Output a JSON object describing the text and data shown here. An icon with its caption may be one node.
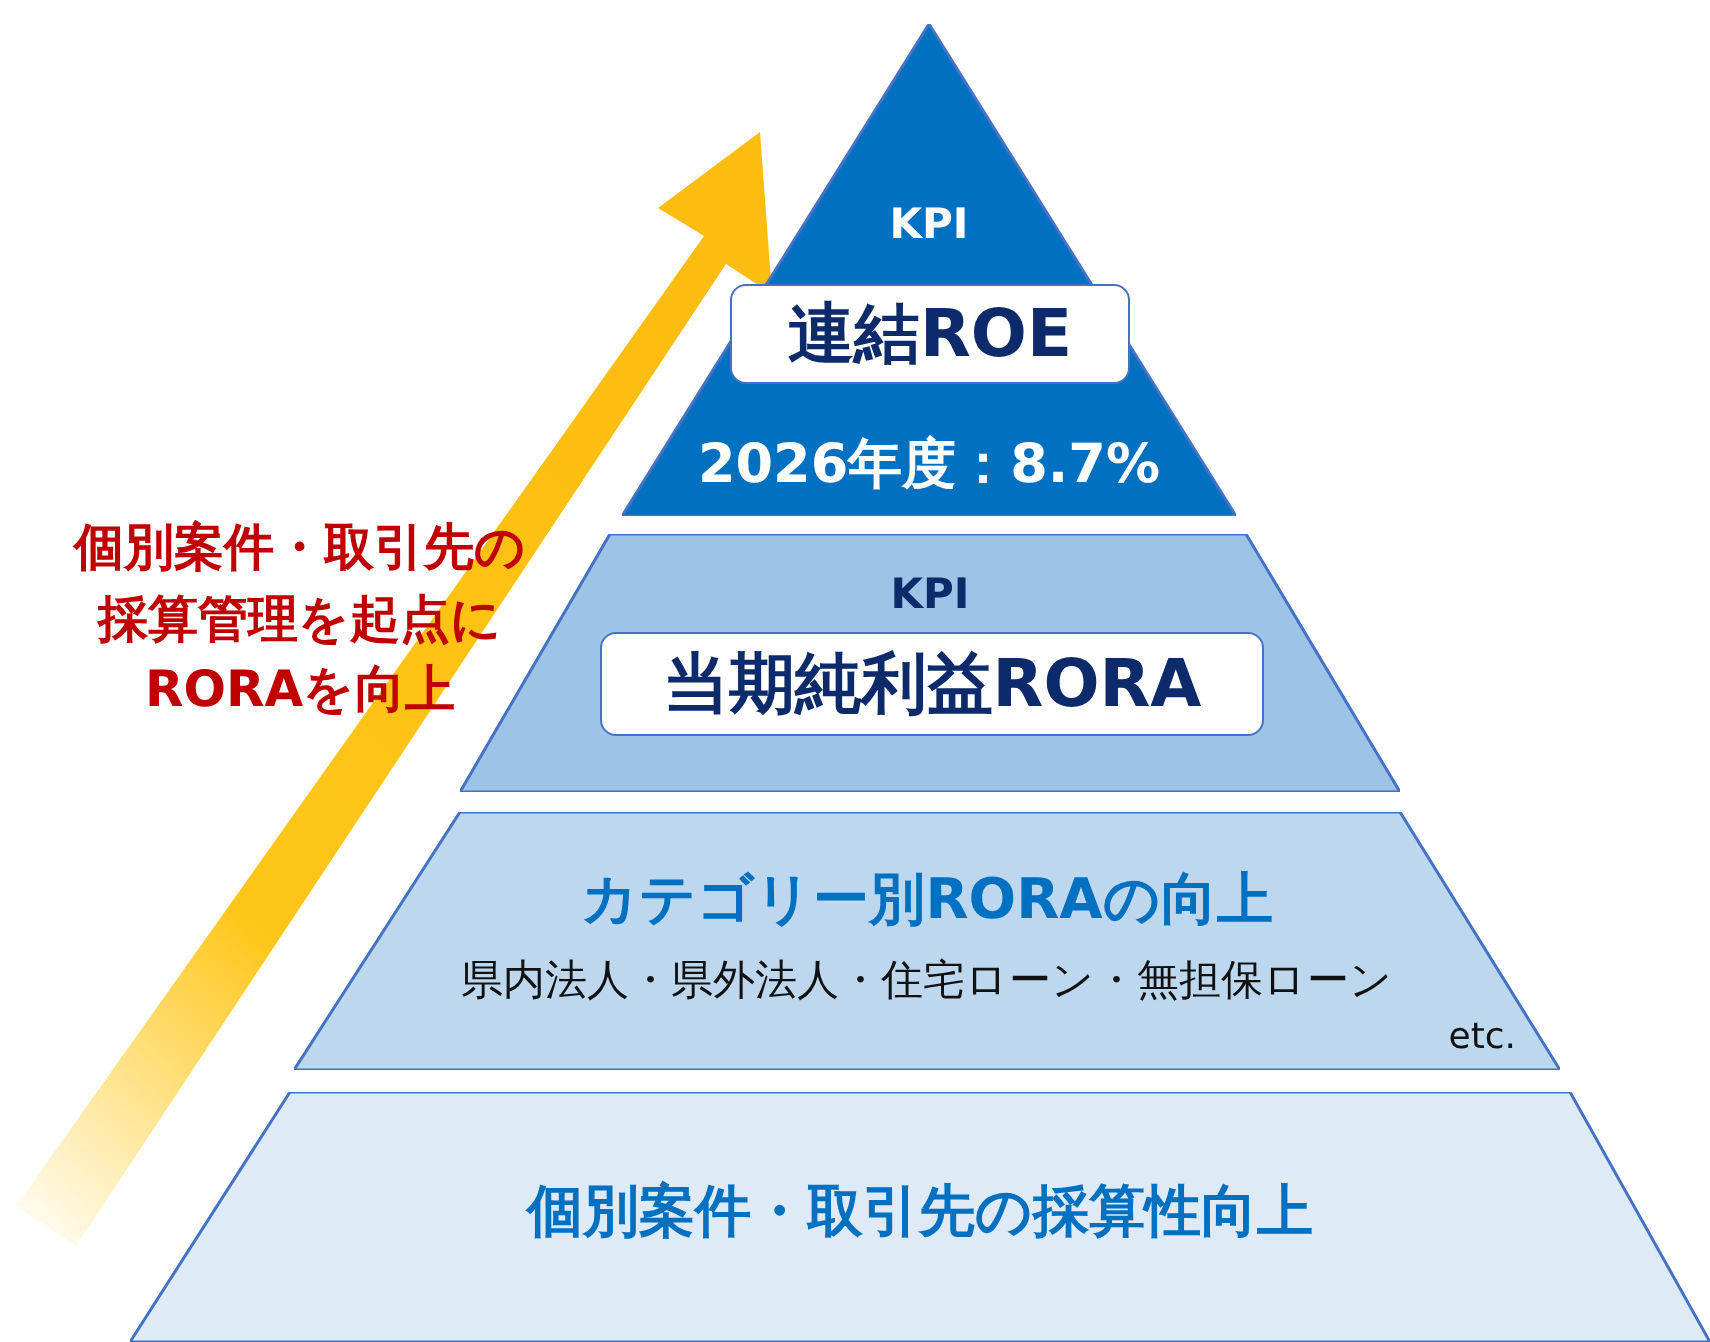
{
  "diagram": {
    "nodes": [
      {
        "text": [
          "KPI",
          "2026年度：8.7%"
        ]
      },
      {
        "text": [
          "連結ROE"
        ],
        "in": 0
      },
      {
        "text": [
          "KPI"
        ]
      },
      {
        "text": [
          "当期純利益RORA"
        ],
        "in": 2
      },
      {
        "text": [
          "カテゴリー別RORAの向上",
          "県内法人・県外法人・住宅ローン・無担保ローン",
          "etc."
        ]
      },
      {
        "text": [
          "個別案件・取引先の採算性向上"
        ]
      }
    ],
    "labels": [
      "個別案件・取引先の採算管理を起点にRORAを向上"
    ]
  }
}
